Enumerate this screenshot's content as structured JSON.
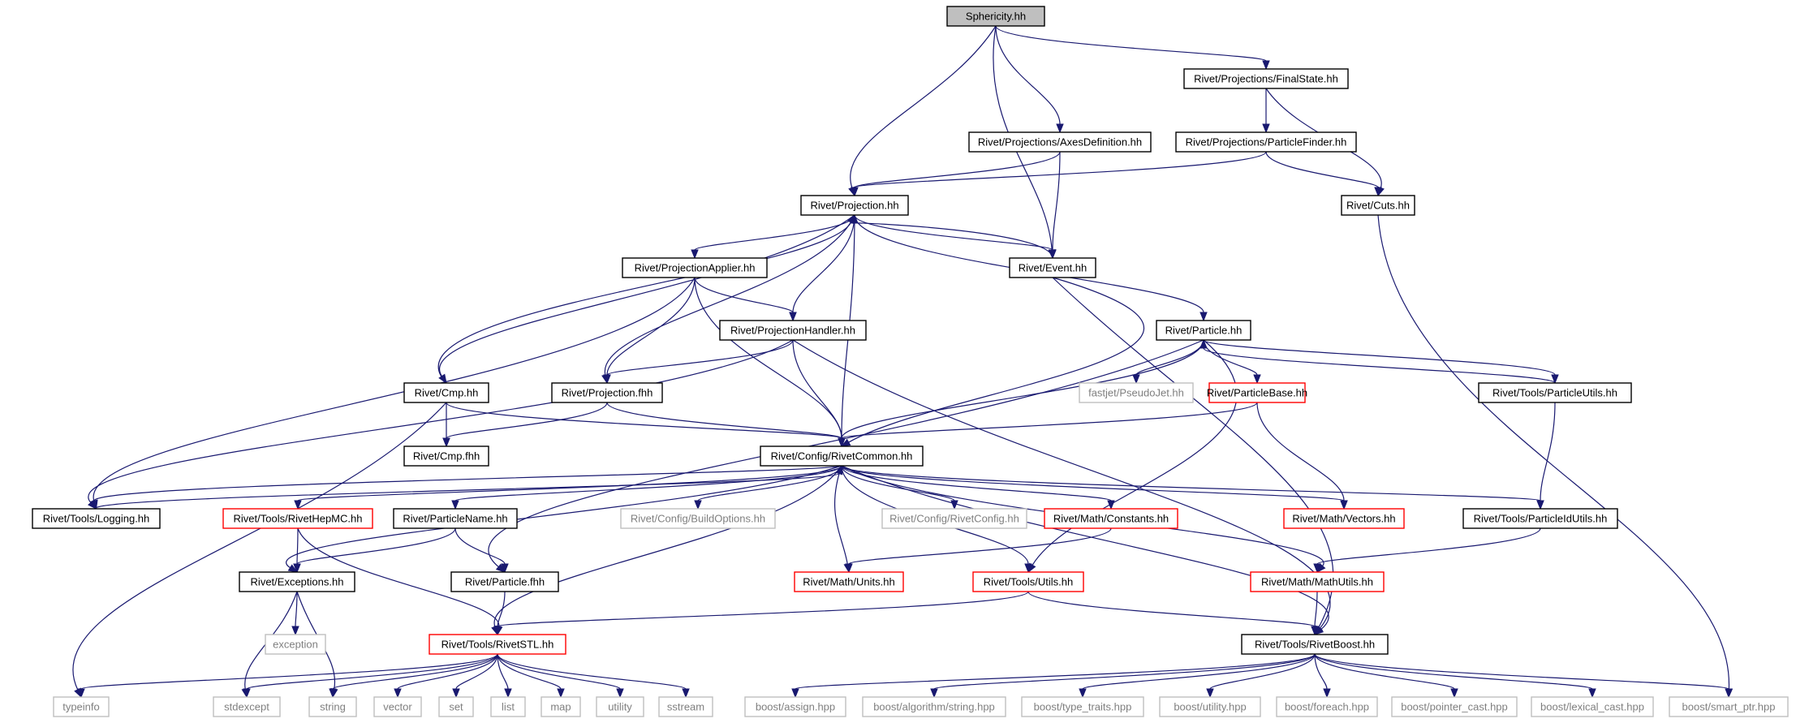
{
  "diagram": {
    "nodes": [
      {
        "id": "sphericity",
        "label": "Sphericity.hh",
        "style": "root"
      },
      {
        "id": "finalstate",
        "label": "Rivet/Projections/FinalState.hh",
        "style": "black"
      },
      {
        "id": "axesdef",
        "label": "Rivet/Projections/AxesDefinition.hh",
        "style": "black"
      },
      {
        "id": "pfinder",
        "label": "Rivet/Projections/ParticleFinder.hh",
        "style": "black"
      },
      {
        "id": "projection",
        "label": "Rivet/Projection.hh",
        "style": "black"
      },
      {
        "id": "cuts",
        "label": "Rivet/Cuts.hh",
        "style": "black"
      },
      {
        "id": "papplier",
        "label": "Rivet/ProjectionApplier.hh",
        "style": "black"
      },
      {
        "id": "event",
        "label": "Rivet/Event.hh",
        "style": "black"
      },
      {
        "id": "phandler",
        "label": "Rivet/ProjectionHandler.hh",
        "style": "black"
      },
      {
        "id": "particle",
        "label": "Rivet/Particle.hh",
        "style": "black"
      },
      {
        "id": "cmp",
        "label": "Rivet/Cmp.hh",
        "style": "black"
      },
      {
        "id": "projfhh",
        "label": "Rivet/Projection.fhh",
        "style": "black"
      },
      {
        "id": "pseudojet",
        "label": "fastjet/PseudoJet.hh",
        "style": "gray"
      },
      {
        "id": "pbase",
        "label": "Rivet/ParticleBase.hh",
        "style": "red"
      },
      {
        "id": "putils",
        "label": "Rivet/Tools/ParticleUtils.hh",
        "style": "black"
      },
      {
        "id": "cmpfhh",
        "label": "Rivet/Cmp.fhh",
        "style": "black"
      },
      {
        "id": "rcommon",
        "label": "Rivet/Config/RivetCommon.hh",
        "style": "black"
      },
      {
        "id": "logging",
        "label": "Rivet/Tools/Logging.hh",
        "style": "black"
      },
      {
        "id": "hepmc",
        "label": "Rivet/Tools/RivetHepMC.hh",
        "style": "red"
      },
      {
        "id": "pname",
        "label": "Rivet/ParticleName.hh",
        "style": "black"
      },
      {
        "id": "buildopt",
        "label": "Rivet/Config/BuildOptions.hh",
        "style": "gray"
      },
      {
        "id": "rconfig",
        "label": "Rivet/Config/RivetConfig.hh",
        "style": "gray"
      },
      {
        "id": "constants",
        "label": "Rivet/Math/Constants.hh",
        "style": "red"
      },
      {
        "id": "vectors",
        "label": "Rivet/Math/Vectors.hh",
        "style": "red"
      },
      {
        "id": "pidutils",
        "label": "Rivet/Tools/ParticleIdUtils.hh",
        "style": "black"
      },
      {
        "id": "exceptions",
        "label": "Rivet/Exceptions.hh",
        "style": "black"
      },
      {
        "id": "pfhh",
        "label": "Rivet/Particle.fhh",
        "style": "black"
      },
      {
        "id": "units",
        "label": "Rivet/Math/Units.hh",
        "style": "red"
      },
      {
        "id": "utils",
        "label": "Rivet/Tools/Utils.hh",
        "style": "red"
      },
      {
        "id": "mathutils",
        "label": "Rivet/Math/MathUtils.hh",
        "style": "red"
      },
      {
        "id": "exception",
        "label": "exception",
        "style": "gray"
      },
      {
        "id": "rstl",
        "label": "Rivet/Tools/RivetSTL.hh",
        "style": "red"
      },
      {
        "id": "rboost",
        "label": "Rivet/Tools/RivetBoost.hh",
        "style": "black"
      },
      {
        "id": "typeinfo",
        "label": "typeinfo",
        "style": "gray"
      },
      {
        "id": "stdexcept",
        "label": "stdexcept",
        "style": "gray"
      },
      {
        "id": "string",
        "label": "string",
        "style": "gray"
      },
      {
        "id": "vector",
        "label": "vector",
        "style": "gray"
      },
      {
        "id": "set",
        "label": "set",
        "style": "gray"
      },
      {
        "id": "list",
        "label": "list",
        "style": "gray"
      },
      {
        "id": "map",
        "label": "map",
        "style": "gray"
      },
      {
        "id": "utility",
        "label": "utility",
        "style": "gray"
      },
      {
        "id": "sstream",
        "label": "sstream",
        "style": "gray"
      },
      {
        "id": "bassign",
        "label": "boost/assign.hpp",
        "style": "gray"
      },
      {
        "id": "balgo",
        "label": "boost/algorithm/string.hpp",
        "style": "gray"
      },
      {
        "id": "btype",
        "label": "boost/type_traits.hpp",
        "style": "gray"
      },
      {
        "id": "butility",
        "label": "boost/utility.hpp",
        "style": "gray"
      },
      {
        "id": "bforeach",
        "label": "boost/foreach.hpp",
        "style": "gray"
      },
      {
        "id": "bpointer",
        "label": "boost/pointer_cast.hpp",
        "style": "gray"
      },
      {
        "id": "blexical",
        "label": "boost/lexical_cast.hpp",
        "style": "gray"
      },
      {
        "id": "bsmart",
        "label": "boost/smart_ptr.hpp",
        "style": "gray"
      }
    ],
    "edges": [
      [
        "sphericity",
        "finalstate"
      ],
      [
        "sphericity",
        "axesdef"
      ],
      [
        "sphericity",
        "projection"
      ],
      [
        "sphericity",
        "event"
      ],
      [
        "finalstate",
        "pfinder"
      ],
      [
        "finalstate",
        "cuts"
      ],
      [
        "pfinder",
        "projection"
      ],
      [
        "pfinder",
        "cuts"
      ],
      [
        "axesdef",
        "projection"
      ],
      [
        "axesdef",
        "event"
      ],
      [
        "cuts",
        "bsmart"
      ],
      [
        "projection",
        "papplier"
      ],
      [
        "projection",
        "event"
      ],
      [
        "projection",
        "phandler"
      ],
      [
        "projection",
        "particle"
      ],
      [
        "projection",
        "cmp"
      ],
      [
        "projection",
        "projfhh"
      ],
      [
        "projection",
        "rcommon"
      ],
      [
        "event",
        "projection"
      ],
      [
        "event",
        "rcommon"
      ],
      [
        "event",
        "rboost"
      ],
      [
        "papplier",
        "phandler"
      ],
      [
        "papplier",
        "projfhh"
      ],
      [
        "papplier",
        "rcommon"
      ],
      [
        "papplier",
        "logging"
      ],
      [
        "phandler",
        "projfhh"
      ],
      [
        "phandler",
        "rcommon"
      ],
      [
        "phandler",
        "logging"
      ],
      [
        "phandler",
        "rboost"
      ],
      [
        "particle",
        "rcommon"
      ],
      [
        "particle",
        "pseudojet"
      ],
      [
        "particle",
        "pbase"
      ],
      [
        "particle",
        "putils"
      ],
      [
        "particle",
        "pfhh"
      ],
      [
        "particle",
        "utils"
      ],
      [
        "putils",
        "particle"
      ],
      [
        "putils",
        "pidutils"
      ],
      [
        "pbase",
        "rcommon"
      ],
      [
        "pbase",
        "vectors"
      ],
      [
        "cmp",
        "projection"
      ],
      [
        "cmp",
        "cmpfhh"
      ],
      [
        "cmp",
        "rcommon"
      ],
      [
        "cmp",
        "typeinfo"
      ],
      [
        "projfhh",
        "cmpfhh"
      ],
      [
        "projfhh",
        "rcommon"
      ],
      [
        "rcommon",
        "logging"
      ],
      [
        "rcommon",
        "hepmc"
      ],
      [
        "rcommon",
        "pname"
      ],
      [
        "rcommon",
        "buildopt"
      ],
      [
        "rcommon",
        "rconfig"
      ],
      [
        "rcommon",
        "constants"
      ],
      [
        "rcommon",
        "vectors"
      ],
      [
        "rcommon",
        "pidutils"
      ],
      [
        "rcommon",
        "units"
      ],
      [
        "rcommon",
        "utils"
      ],
      [
        "rcommon",
        "mathutils"
      ],
      [
        "rcommon",
        "rboost"
      ],
      [
        "rcommon",
        "rstl"
      ],
      [
        "rcommon",
        "exceptions"
      ],
      [
        "logging",
        "rcommon"
      ],
      [
        "hepmc",
        "exceptions"
      ],
      [
        "hepmc",
        "rstl"
      ],
      [
        "pname",
        "exceptions"
      ],
      [
        "pname",
        "pfhh"
      ],
      [
        "constants",
        "units"
      ],
      [
        "pidutils",
        "mathutils"
      ],
      [
        "utils",
        "rstl"
      ],
      [
        "utils",
        "rboost"
      ],
      [
        "mathutils",
        "rboost"
      ],
      [
        "pfhh",
        "rstl"
      ],
      [
        "exceptions",
        "exception"
      ],
      [
        "exceptions",
        "stdexcept"
      ],
      [
        "exceptions",
        "string"
      ],
      [
        "rstl",
        "typeinfo"
      ],
      [
        "rstl",
        "stdexcept"
      ],
      [
        "rstl",
        "string"
      ],
      [
        "rstl",
        "vector"
      ],
      [
        "rstl",
        "set"
      ],
      [
        "rstl",
        "list"
      ],
      [
        "rstl",
        "map"
      ],
      [
        "rstl",
        "utility"
      ],
      [
        "rstl",
        "sstream"
      ],
      [
        "rboost",
        "bassign"
      ],
      [
        "rboost",
        "balgo"
      ],
      [
        "rboost",
        "btype"
      ],
      [
        "rboost",
        "butility"
      ],
      [
        "rboost",
        "bforeach"
      ],
      [
        "rboost",
        "bpointer"
      ],
      [
        "rboost",
        "blexical"
      ],
      [
        "rboost",
        "bsmart"
      ]
    ]
  }
}
